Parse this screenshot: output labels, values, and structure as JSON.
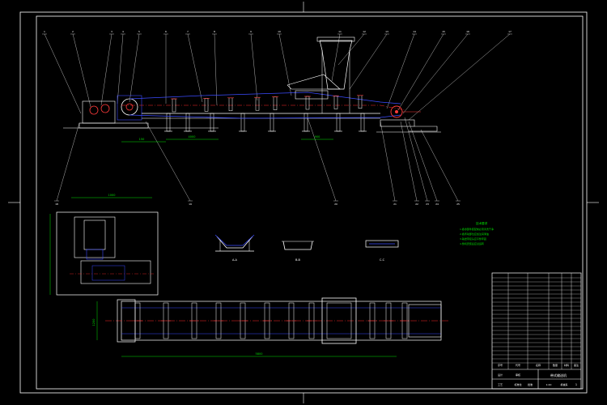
{
  "colors": {
    "background": "#000000",
    "frame": "#ffffff",
    "structure": "#ffffff",
    "belt": "#3b4bff",
    "centerline": "#ff2a2a",
    "dimension": "#00e000",
    "notes": "#00e000",
    "leader": "#ffffff",
    "drive": "#ff3b3b"
  },
  "leader_labels": {
    "top": [
      "1",
      "2",
      "3",
      "4",
      "5",
      "6",
      "7",
      "8",
      "9",
      "10",
      "11",
      "12",
      "13",
      "14",
      "15",
      "16",
      "17"
    ],
    "bottom": [
      "18",
      "19",
      "20",
      "21",
      "22",
      "23",
      "24",
      "25"
    ]
  },
  "dimensions": {
    "main_span": "4000",
    "left_span": "150",
    "mid_span": "900",
    "plan_length": "5800",
    "plan_width": "1200",
    "drive_width": "1000"
  },
  "views": {
    "section_a": "A-A",
    "section_b": "B-B",
    "section_c": "C-C"
  },
  "notes": {
    "title": "技术要求",
    "lines": [
      "1.各零部件装配前必须清洗干净",
      "2.各传动部位应加注润滑油",
      "3.输送带接头应平整牢固",
      "4.整机安装后应试运转"
    ]
  },
  "title_block": {
    "drawing_name": "带式输送机",
    "scale": "1:20",
    "sheet": "1",
    "cells_left": [
      "序号",
      "代号",
      "名称",
      "数量",
      "材料",
      "备注"
    ],
    "sign_rows": [
      "设计",
      "审核",
      "工艺",
      "标准化",
      "批准"
    ],
    "unit": "机械系"
  }
}
